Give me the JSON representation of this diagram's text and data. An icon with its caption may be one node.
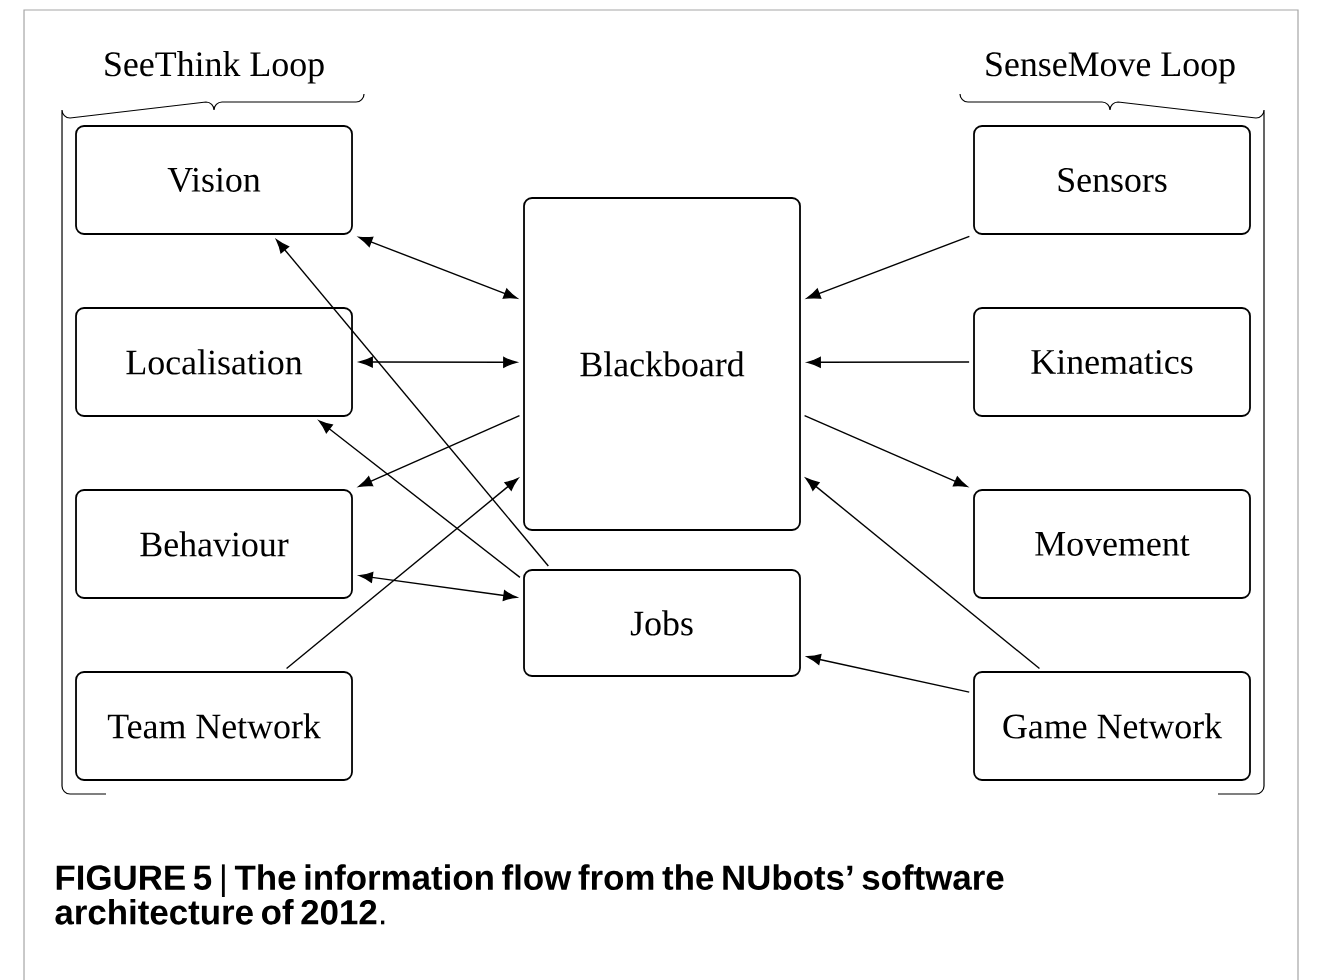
{
  "diagram": {
    "caption": "**FIGURE 5** | **The information flow from the NUbots’ software architecture of 2012**.",
    "nodes": [
      {
        "text": [
          "Vision"
        ]
      },
      {
        "text": [
          "Localisation"
        ]
      },
      {
        "text": [
          "Behaviour"
        ]
      },
      {
        "text": [
          "Team Network"
        ]
      },
      {
        "text": [
          "Blackboard"
        ]
      },
      {
        "text": [
          "Jobs"
        ]
      },
      {
        "text": [
          "Sensors"
        ]
      },
      {
        "text": [
          "Kinematics"
        ]
      },
      {
        "text": [
          "Movement"
        ]
      },
      {
        "text": [
          "Game Network"
        ]
      }
    ],
    "edges": [
      {
        "from": 0,
        "to": 4,
        "arrow": "both"
      },
      {
        "from": 1,
        "to": 4,
        "arrow": "both"
      },
      {
        "from": 4,
        "to": 2,
        "arrow": "to"
      },
      {
        "from": 5,
        "to": 1,
        "arrow": "to"
      },
      {
        "from": 5,
        "to": 0,
        "arrow": "to"
      },
      {
        "from": 2,
        "to": 5,
        "arrow": "both"
      },
      {
        "from": 3,
        "to": 4,
        "arrow": "to"
      },
      {
        "from": 6,
        "to": 4,
        "arrow": "to"
      },
      {
        "from": 7,
        "to": 4,
        "arrow": "to"
      },
      {
        "from": 4,
        "to": 8,
        "arrow": "to"
      },
      {
        "from": 9,
        "to": 4,
        "arrow": "to"
      },
      {
        "from": 9,
        "to": 5,
        "arrow": "to"
      }
    ],
    "labels": [
      "SeeThink Loop",
      "SenseMove Loop"
    ]
  }
}
